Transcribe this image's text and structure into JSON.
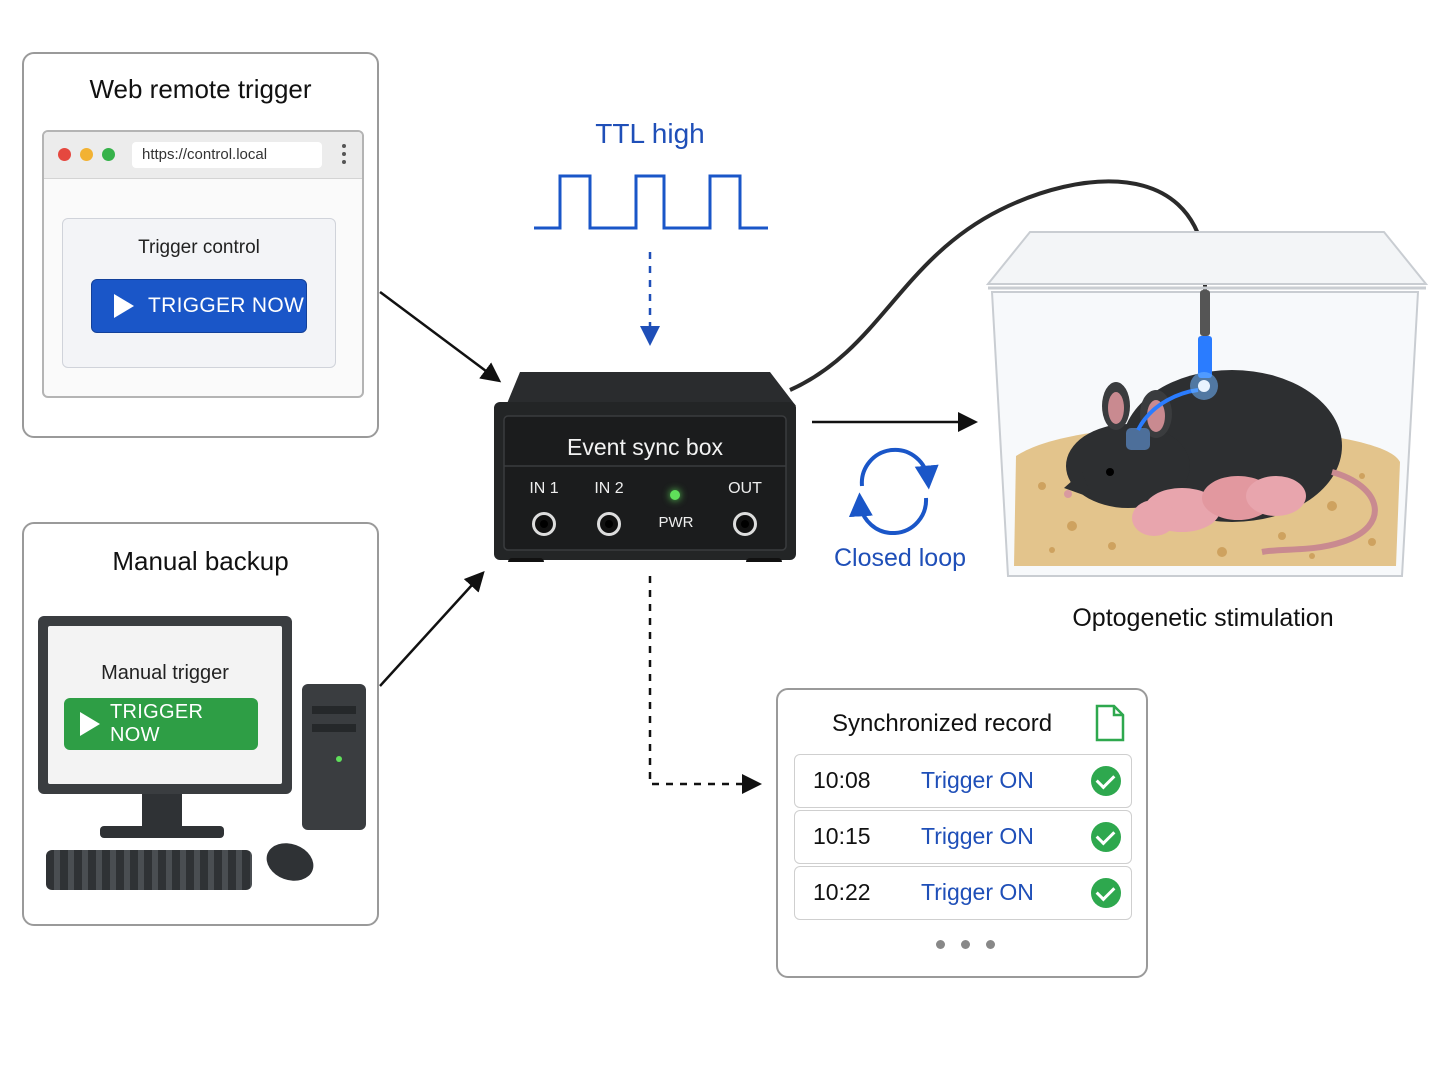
{
  "web_panel": {
    "title": "Web remote trigger",
    "url": "https://control.local",
    "card_title": "Trigger control",
    "button_label": "TRIGGER NOW"
  },
  "manual_panel": {
    "title": "Manual backup",
    "card_title": "Manual trigger",
    "button_label": "TRIGGER NOW"
  },
  "ttl": {
    "label": "TTL high"
  },
  "sync_box": {
    "title": "Event sync box",
    "ports": {
      "in1": "IN 1",
      "in2": "IN 2",
      "pwr": "PWR",
      "out": "OUT"
    }
  },
  "closed_loop": {
    "label": "Closed loop"
  },
  "stimulation": {
    "label": "Optogenetic stimulation"
  },
  "record": {
    "title": "Synchronized record",
    "rows": [
      {
        "time": "10:08",
        "label": "Trigger ON"
      },
      {
        "time": "10:15",
        "label": "Trigger ON"
      },
      {
        "time": "10:22",
        "label": "Trigger ON"
      }
    ]
  },
  "colors": {
    "accent_blue": "#1f4fb8",
    "button_blue": "#1a56c8",
    "button_green": "#2e9e45",
    "check_green": "#2ea84e",
    "led_green": "#5fe05a",
    "fiber_blue": "#2a7cff"
  },
  "icons": [
    "play-icon",
    "document-icon",
    "check-icon",
    "refresh-cycle-icon",
    "browser-menu-icon"
  ]
}
